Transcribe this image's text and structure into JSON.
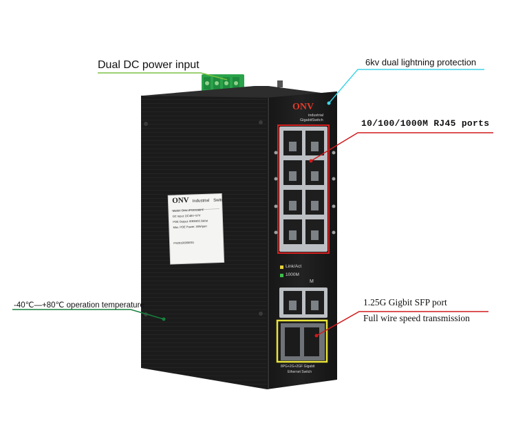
{
  "callouts": {
    "power": "Dual DC power input",
    "lightning": "6kv dual lightning protection",
    "rj45": "10/100/1000M RJ45 ports",
    "temperature": "-40℃—+80℃ operation temperature",
    "sfp_title": "1.25G Gigbit SFP port",
    "sfp_sub": "Full wire speed transmission"
  },
  "device": {
    "brand": "ONV",
    "front_subtitle_1": "industrial",
    "front_subtitle_2": "GigabitSwitch",
    "led_link": "Link/Act",
    "led_1000": "1000M",
    "sfp_port_label": "M",
    "bottom_label_1": "8PG+2G+2GF Gigabit",
    "bottom_label_2": "Ethernet Switch",
    "side_label_brand": "ONV",
    "side_label_title_1": "Industrial",
    "side_label_title_2": "Switch",
    "side_label_model": "Model: ONV-IPS33168PF",
    "side_label_dc": "DC Input: DC48V~57V",
    "side_label_poe": "POE Output: IEEE802.3af/at",
    "side_label_power": "Max. POE Power: 30W/port",
    "side_label_sn": "PS20190308001"
  },
  "colors": {
    "power_line": "#7ac143",
    "lightning_line": "#3fd4e8",
    "rj45_line": "#d0191b",
    "temp_line": "#15803d",
    "sfp_line": "#d0191b",
    "rj45_box": "#d42020",
    "sfp_box": "#e9e33a"
  }
}
